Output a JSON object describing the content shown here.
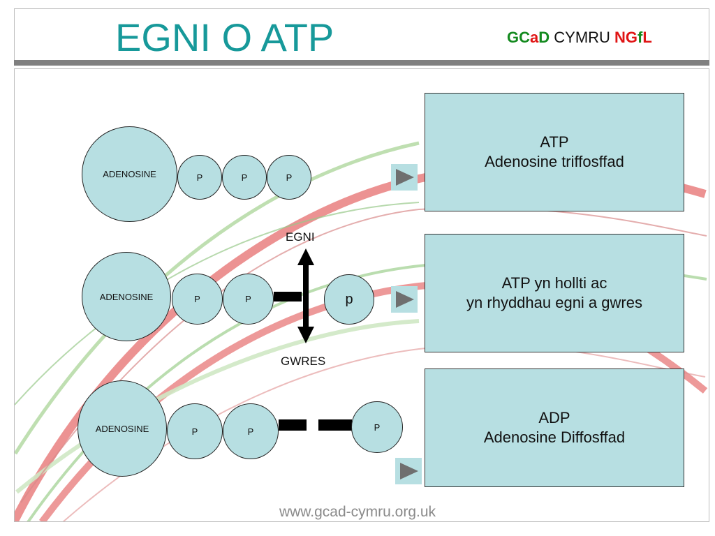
{
  "header": {
    "title": "EGNI O ATP",
    "brand": {
      "part1": "GC",
      "part2": "a",
      "part3": "D",
      "part4": " CYMRU ",
      "part5": "NG",
      "part6": "f",
      "part7": "L",
      "colors": {
        "green": "#148a1f",
        "red": "#e01515",
        "black": "#111111"
      }
    }
  },
  "diagram": {
    "rows": [
      {
        "adenosine": "ADENOSINE",
        "phosphates": [
          "P",
          "P",
          "P"
        ]
      },
      {
        "adenosine": "ADENOSINE",
        "phosphates": [
          "P",
          "P"
        ],
        "released": "p"
      },
      {
        "adenosine": "ADENOSINE",
        "phosphates": [
          "P",
          "P"
        ],
        "detached": "P"
      }
    ],
    "energy_label": "EGNI",
    "heat_label": "GWRES"
  },
  "panels": [
    {
      "line1": "ATP",
      "line2": "Adenosine triffosffad"
    },
    {
      "line1": "ATP yn hollti ac",
      "line2": "yn rhyddhau egni a gwres"
    },
    {
      "line1": "ADP",
      "line2": "Adenosine Diffosffad"
    }
  ],
  "footer": {
    "url": "www.gcad-cymru.org.uk"
  },
  "colors": {
    "accent_teal": "#17999a",
    "circle_fill": "#b7dfe2",
    "panel_fill": "#b7dfe2"
  }
}
